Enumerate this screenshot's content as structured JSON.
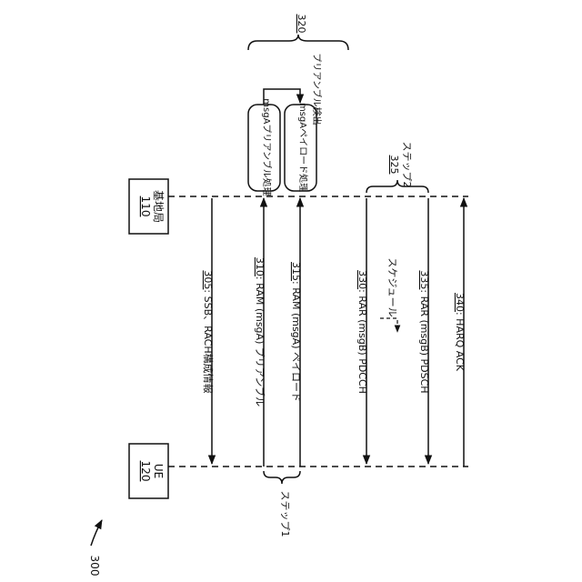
{
  "figure_label": "300",
  "entities": {
    "base_station": {
      "name": "基地局",
      "ref": "110"
    },
    "ue": {
      "name": "UE",
      "ref": "120"
    }
  },
  "processing": {
    "preamble_box": "msgAプリアンブル処理",
    "payload_box": "msgAペイロード処理",
    "preamble_detect": "プリアンブル検出",
    "group_ref": "320"
  },
  "steps": {
    "step1": "ステップ1",
    "step2": "ステップ2",
    "step2_ref": "325",
    "schedule": "スケジュール"
  },
  "messages": [
    {
      "ref": "305",
      "text": ": SSB、RACH構成情報"
    },
    {
      "ref": "310",
      "text": ": RAM (msgA) プリアンブル"
    },
    {
      "ref": "315",
      "text": ": RAM (msgA) ペイロード"
    },
    {
      "ref": "330",
      "text": ": RAR (msgB) PDCCH"
    },
    {
      "ref": "335",
      "text": ": RAR (msgB) PDSCH"
    },
    {
      "ref": "340",
      "text": ": HARQ ACK"
    }
  ]
}
